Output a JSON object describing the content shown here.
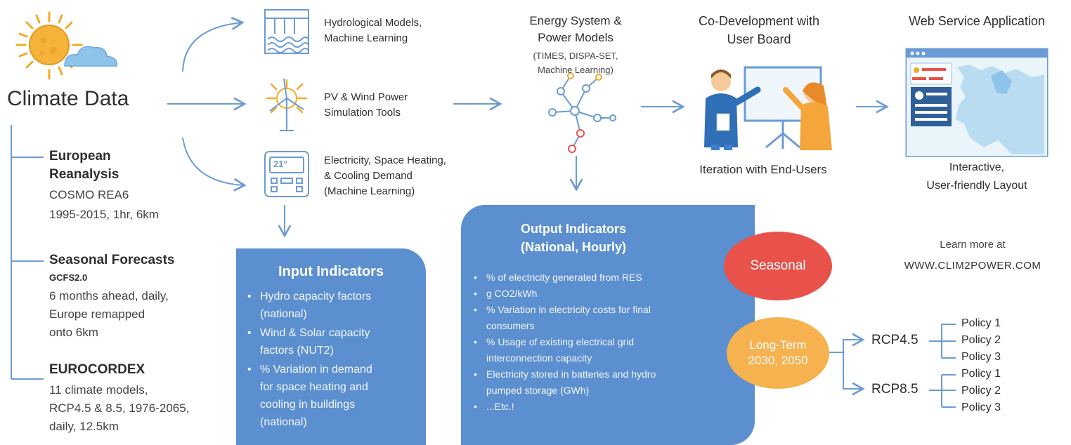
{
  "climate": {
    "title": "Climate Data",
    "european": {
      "title_line1": "European",
      "title_line2": "Reanalysis",
      "line1": "COSMO REA6",
      "line2": "1995-2015, 1hr, 6km"
    },
    "seasonal": {
      "title": "Seasonal Forecasts",
      "sub": "GCFS2.0",
      "line1": "6 months ahead, daily,",
      "line2": "Europe remapped",
      "line3": "onto 6km"
    },
    "eurocordex": {
      "title": "EUROCORDEX",
      "line1": "11 climate models,",
      "line2": "RCP4.5 & 8.5, 1976-2065,",
      "line3": "daily, 12.5km"
    }
  },
  "models": {
    "hydro": {
      "line1": "Hydrological Models,",
      "line2": "Machine Learning"
    },
    "pv": {
      "line1": "PV & Wind Power",
      "line2": "Simulation Tools"
    },
    "demand": {
      "line1": "Electricity, Space Heating,",
      "line2": "& Cooling Demand",
      "line3": "(Machine Learning)",
      "display_value": "21°"
    }
  },
  "input_indicators": {
    "title": "Input Indicators",
    "items": [
      [
        "Hydro capacity factors",
        "(national)"
      ],
      [
        "Wind & Solar capacity",
        "factors (NUT2)"
      ],
      [
        "% Variation in demand",
        "for space heating and",
        "cooling in buildings",
        "(national)"
      ]
    ]
  },
  "energy": {
    "title_line1": "Energy System &",
    "title_line2": "Power Models",
    "sub_line1": "(TIMES, DISPA-SET,",
    "sub_line2": "Machine Learning)"
  },
  "output_indicators": {
    "title_line1": "Output Indicators",
    "title_line2": "(National, Hourly)",
    "items": [
      [
        "% of electricity generated from RES"
      ],
      [
        "g CO2/kWh"
      ],
      [
        "% Variation in electricity costs for final",
        "consumers"
      ],
      [
        "% Usage of existing electrical grid",
        "interconnection capacity"
      ],
      [
        "Electricity stored in batteries and hydro",
        "pumped storage (GWh)"
      ],
      [
        "...Etc.!"
      ]
    ]
  },
  "codev": {
    "title_line1": "Co-Development with",
    "title_line2": "User Board",
    "caption": "Iteration with End-Users"
  },
  "web": {
    "title": "Web Service Application",
    "caption_line1": "Interactive,",
    "caption_line2": "User-friendly Layout",
    "learn_line1": "Learn more at",
    "learn_line2": "WWW.CLIM2POWER.COM"
  },
  "timeframes": {
    "seasonal": "Seasonal",
    "longterm_line1": "Long-Term",
    "longterm_line2": "2030, 2050"
  },
  "scenarios": {
    "rcp45": "RCP4.5",
    "rcp85": "RCP8.5",
    "rcp45_policies": [
      "Policy 1",
      "Policy 2",
      "Policy 3"
    ],
    "rcp85_policies": [
      "Policy 1",
      "Policy 2",
      "Policy 3"
    ]
  },
  "colors": {
    "accent_blue": "#5b8fd0",
    "arrow_blue": "#6b9bd6",
    "seasonal_red": "#e8524a",
    "longterm_orange": "#f5b24f",
    "sun_yellow": "#f3a927",
    "cloud_blue": "#8ec3ea"
  }
}
